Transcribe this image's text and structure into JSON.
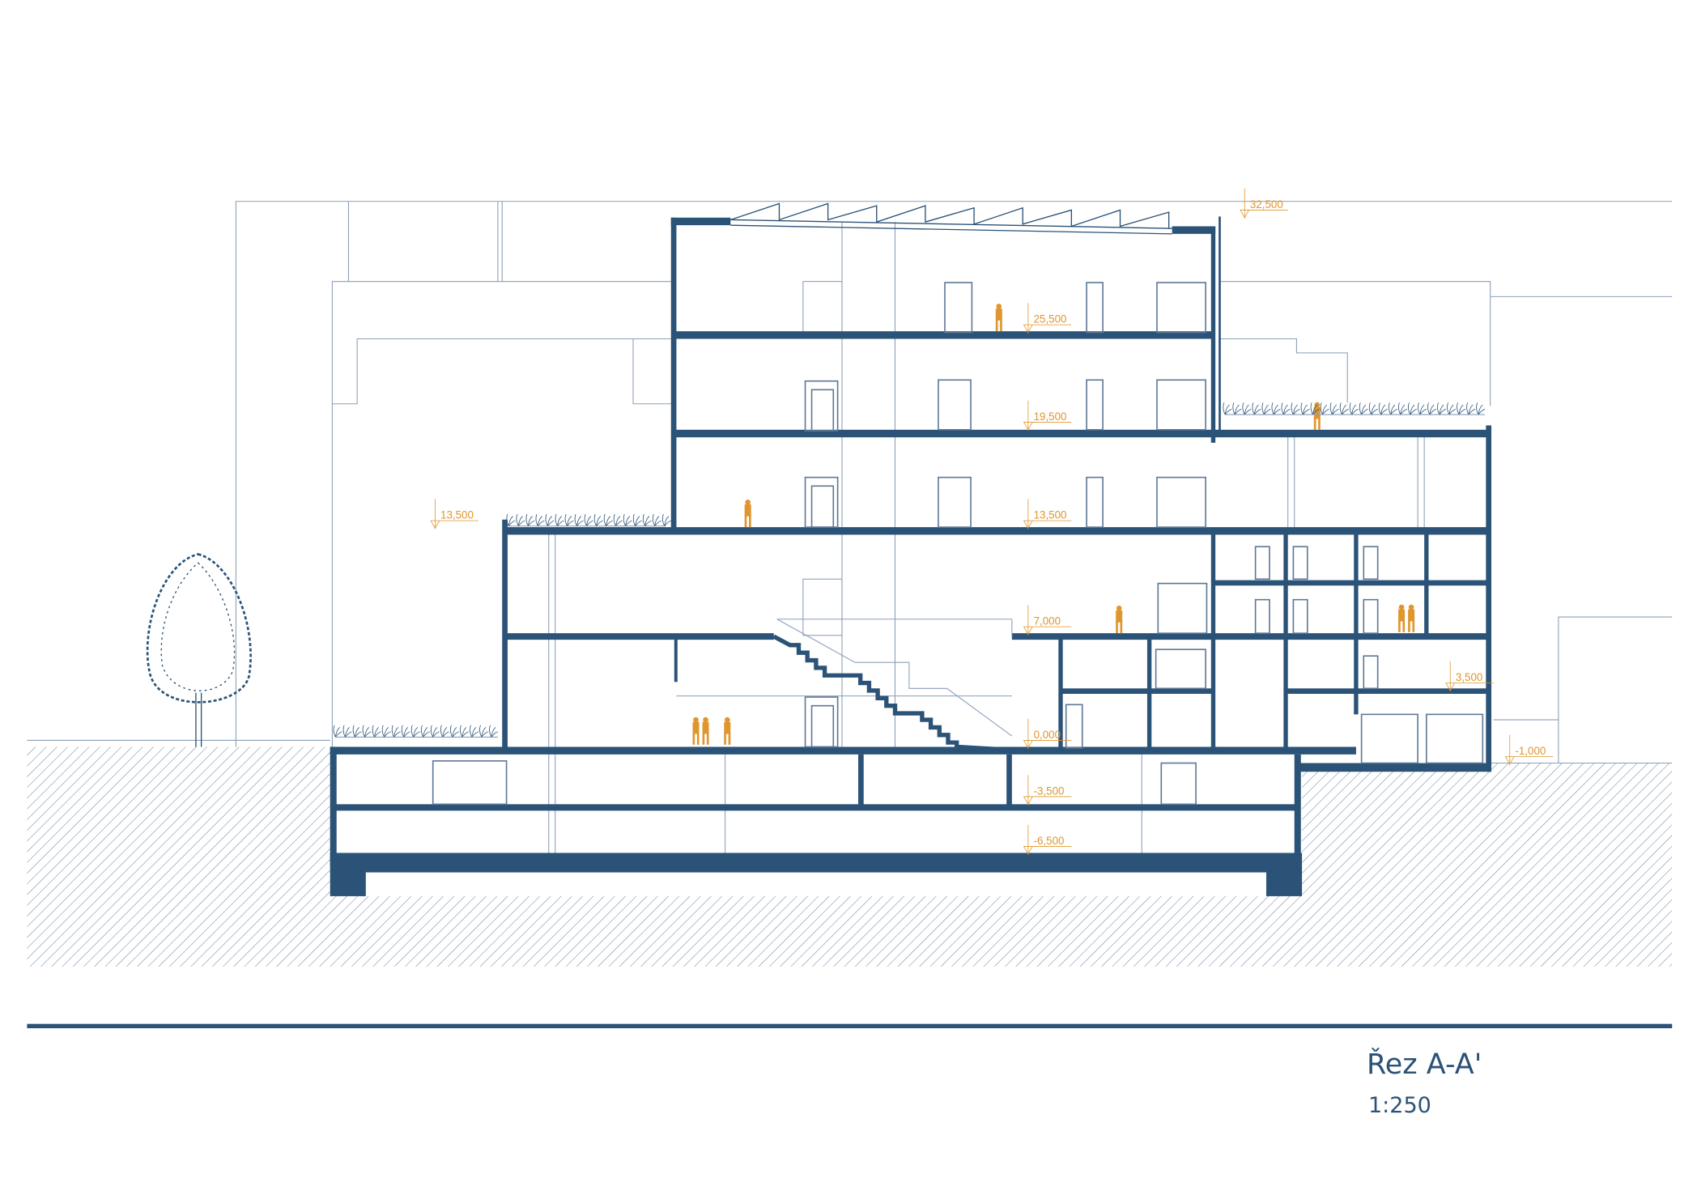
{
  "title": "Řez A-A'",
  "scale": "1:250",
  "colors": {
    "structure": "#2b5277",
    "annotation": "#e0962e",
    "background_lines": "#8a9fb8"
  },
  "elevations": [
    "32,500",
    "25,500",
    "19,500",
    "13,500",
    "13,500",
    "7,000",
    "3,500",
    "0,000",
    "-1,000",
    "-3,500",
    "-6,500"
  ]
}
